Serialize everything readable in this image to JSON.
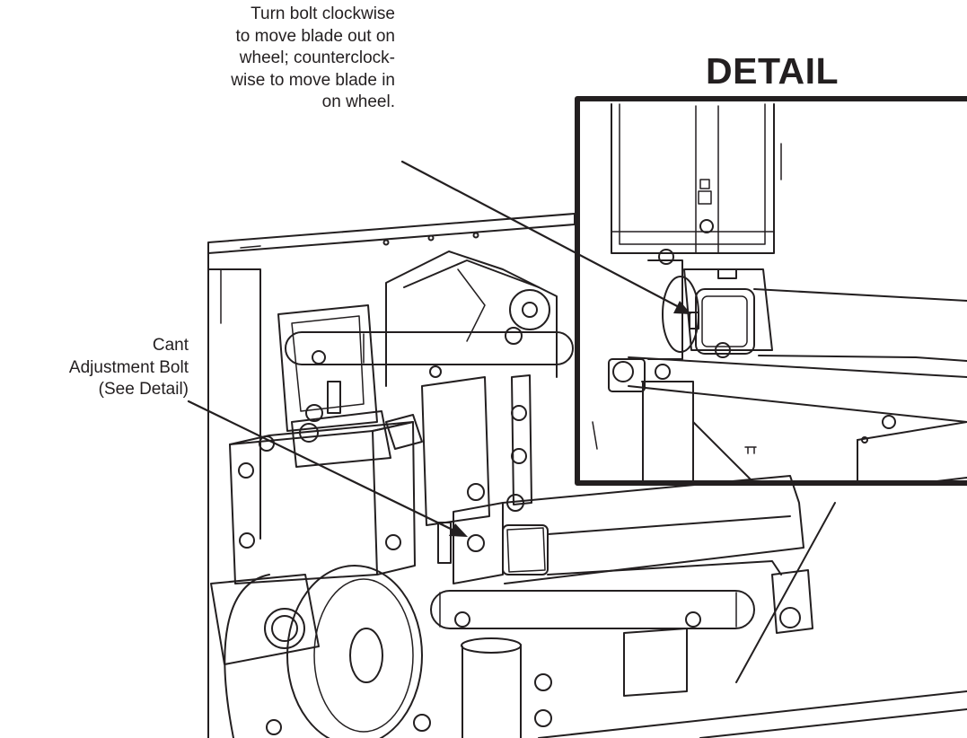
{
  "detail_title": "DETAIL",
  "callouts": {
    "turn_bolt": {
      "lines": [
        "Turn bolt clockwise",
        "to move blade out on",
        "wheel; counterclock-",
        "wise to move blade in",
        "on wheel."
      ]
    },
    "cant_bolt": {
      "lines": [
        "Cant",
        "Adjustment Bolt",
        "(See Detail)"
      ]
    }
  },
  "colors": {
    "ink": "#231f20",
    "paper": "#ffffff"
  }
}
